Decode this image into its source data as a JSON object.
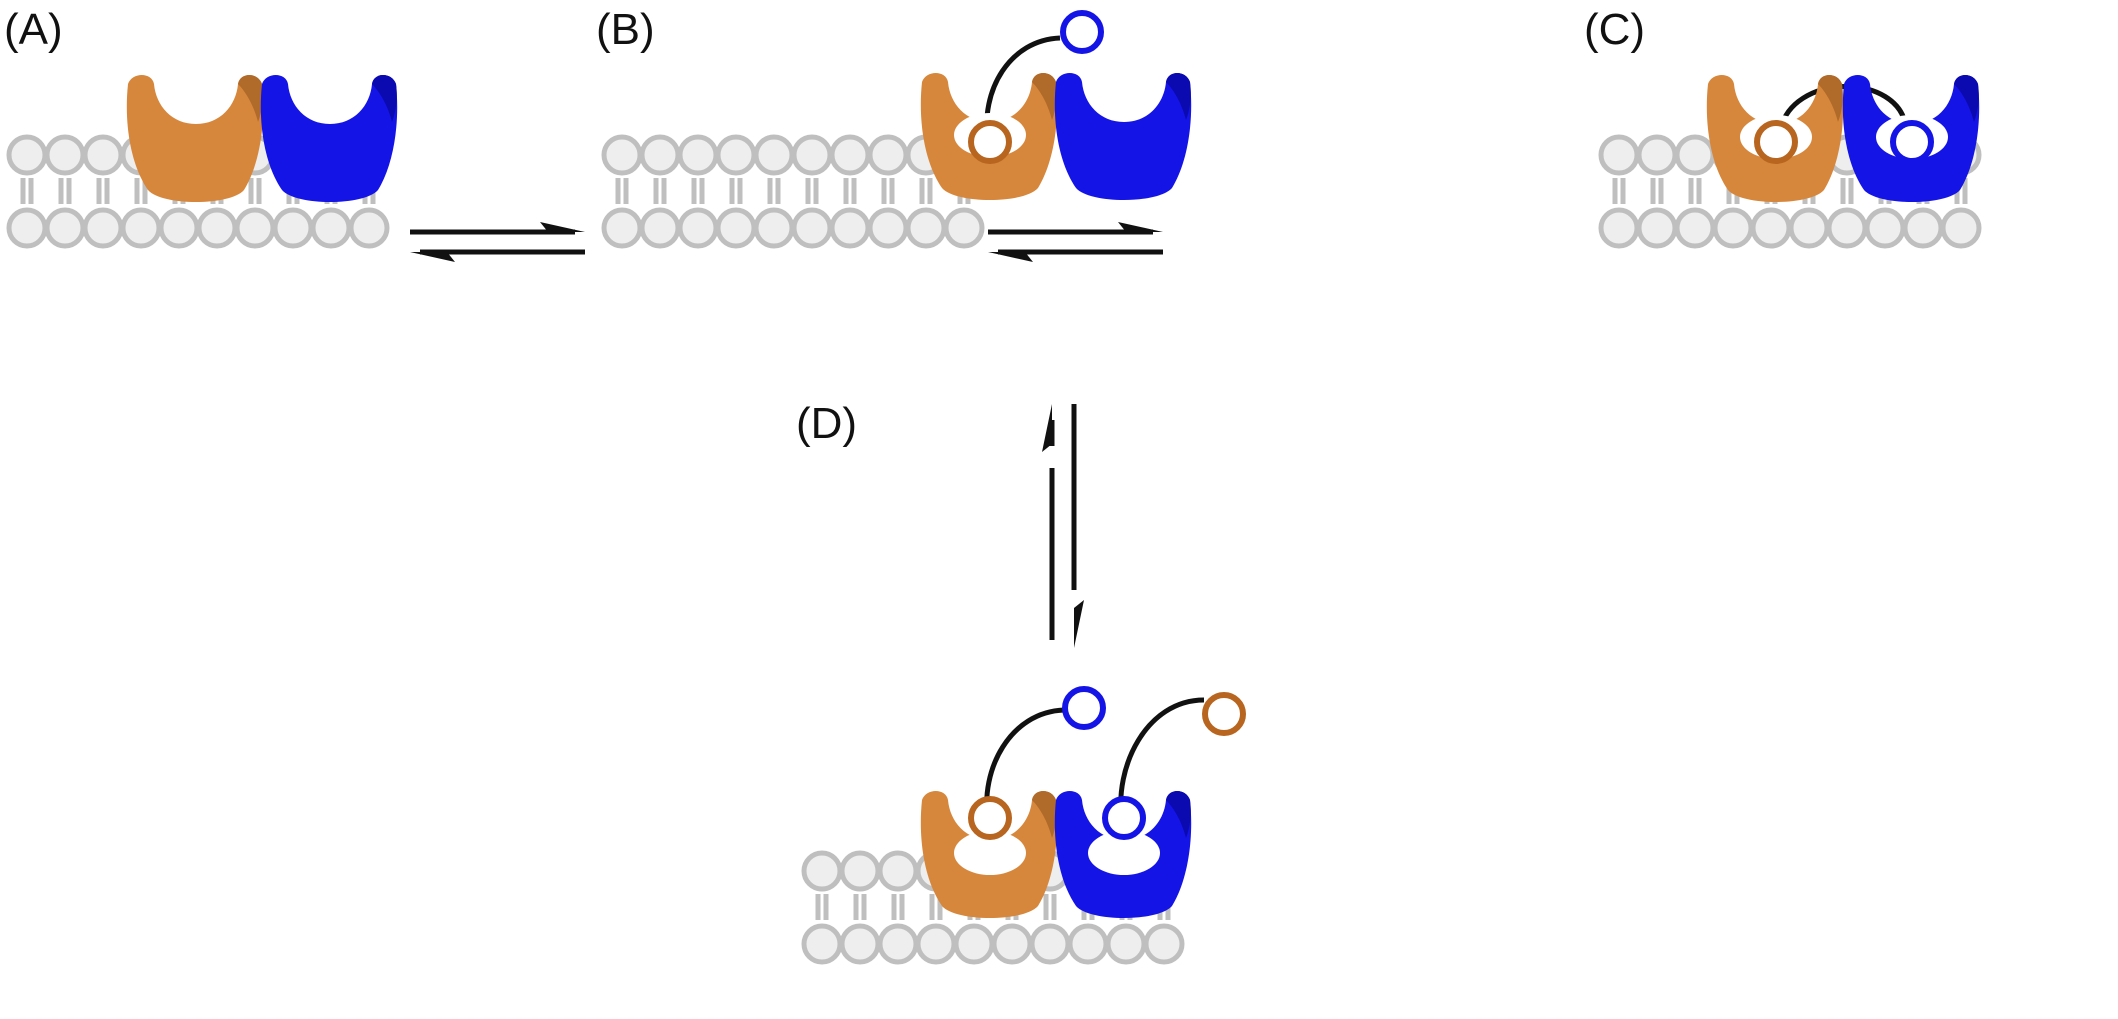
{
  "labels": {
    "a": "(A)",
    "b": "(B)",
    "c": "(C)",
    "d": "(D)"
  },
  "colors": {
    "orange_protein": "#D6873C",
    "orange_protein_dark": "#B06A2A",
    "orange_ligand": "#B8651F",
    "blue_protein": "#1414E6",
    "blue_protein_dark": "#0A0AB0",
    "lipid_fill": "#EEEEEE",
    "lipid_stroke": "#BFBFBF",
    "linker": "#111111",
    "arrow": "#111111",
    "label": "#111111"
  },
  "icons": {
    "membrane": "lipid-bilayer-icon",
    "orange_protein": "orange-receptor-icon",
    "blue_protein": "blue-receptor-icon",
    "ligand": "ligand-ring-icon",
    "equilibrium": "equilibrium-arrows-icon"
  }
}
